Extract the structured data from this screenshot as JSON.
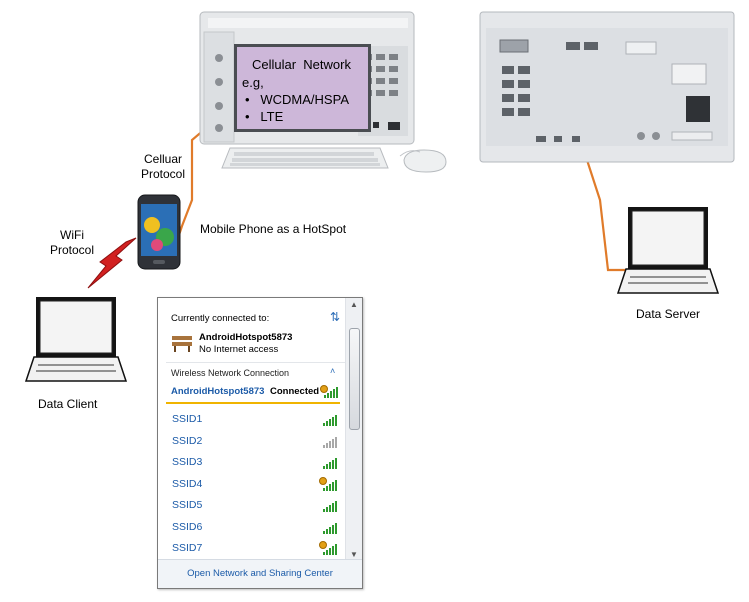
{
  "labels": {
    "cellular_protocol": [
      "Celluar",
      "Protocol"
    ],
    "wifi_protocol": [
      "WiFi",
      "Protocol"
    ],
    "hotspot": "Mobile Phone as a HotSpot",
    "data_client": "Data Client",
    "data_server": "Data Server"
  },
  "screen": {
    "title": "Cellular  Network",
    "subtitle": "e.g,",
    "items": [
      "WCDMA/HSPA",
      "LTE"
    ]
  },
  "wifi": {
    "currently_connected": "Currently connected to:",
    "current_name": "AndroidHotspot5873",
    "current_status": "No Internet access",
    "section": "Wireless Network Connection",
    "connected_name": "AndroidHotspot5873",
    "connected_label": "Connected",
    "networks": [
      {
        "name": "SSID1",
        "signal": "green",
        "secured": false
      },
      {
        "name": "SSID2",
        "signal": "grey",
        "secured": false
      },
      {
        "name": "SSID3",
        "signal": "green",
        "secured": false
      },
      {
        "name": "SSID4",
        "signal": "green",
        "secured": true
      },
      {
        "name": "SSID5",
        "signal": "green",
        "secured": false
      },
      {
        "name": "SSID6",
        "signal": "green",
        "secured": false
      },
      {
        "name": "SSID7",
        "signal": "green",
        "secured": true
      }
    ],
    "footer": "Open Network and Sharing Center"
  },
  "colors": {
    "link": "#e07b2a",
    "ssid": "#1c5ba8",
    "underline": "#f0b400",
    "screen_bg": "#cdb7d9",
    "lightning": "#d22020"
  },
  "icons": [
    "signal-analyzer-icon",
    "monitor-icon",
    "keyboard-icon",
    "mouse-icon",
    "instrument-rear-icon",
    "laptop-icon",
    "phone-icon",
    "lightning-icon",
    "bench-icon",
    "refresh-icon",
    "signal-bars-icon",
    "security-shield-icon"
  ]
}
